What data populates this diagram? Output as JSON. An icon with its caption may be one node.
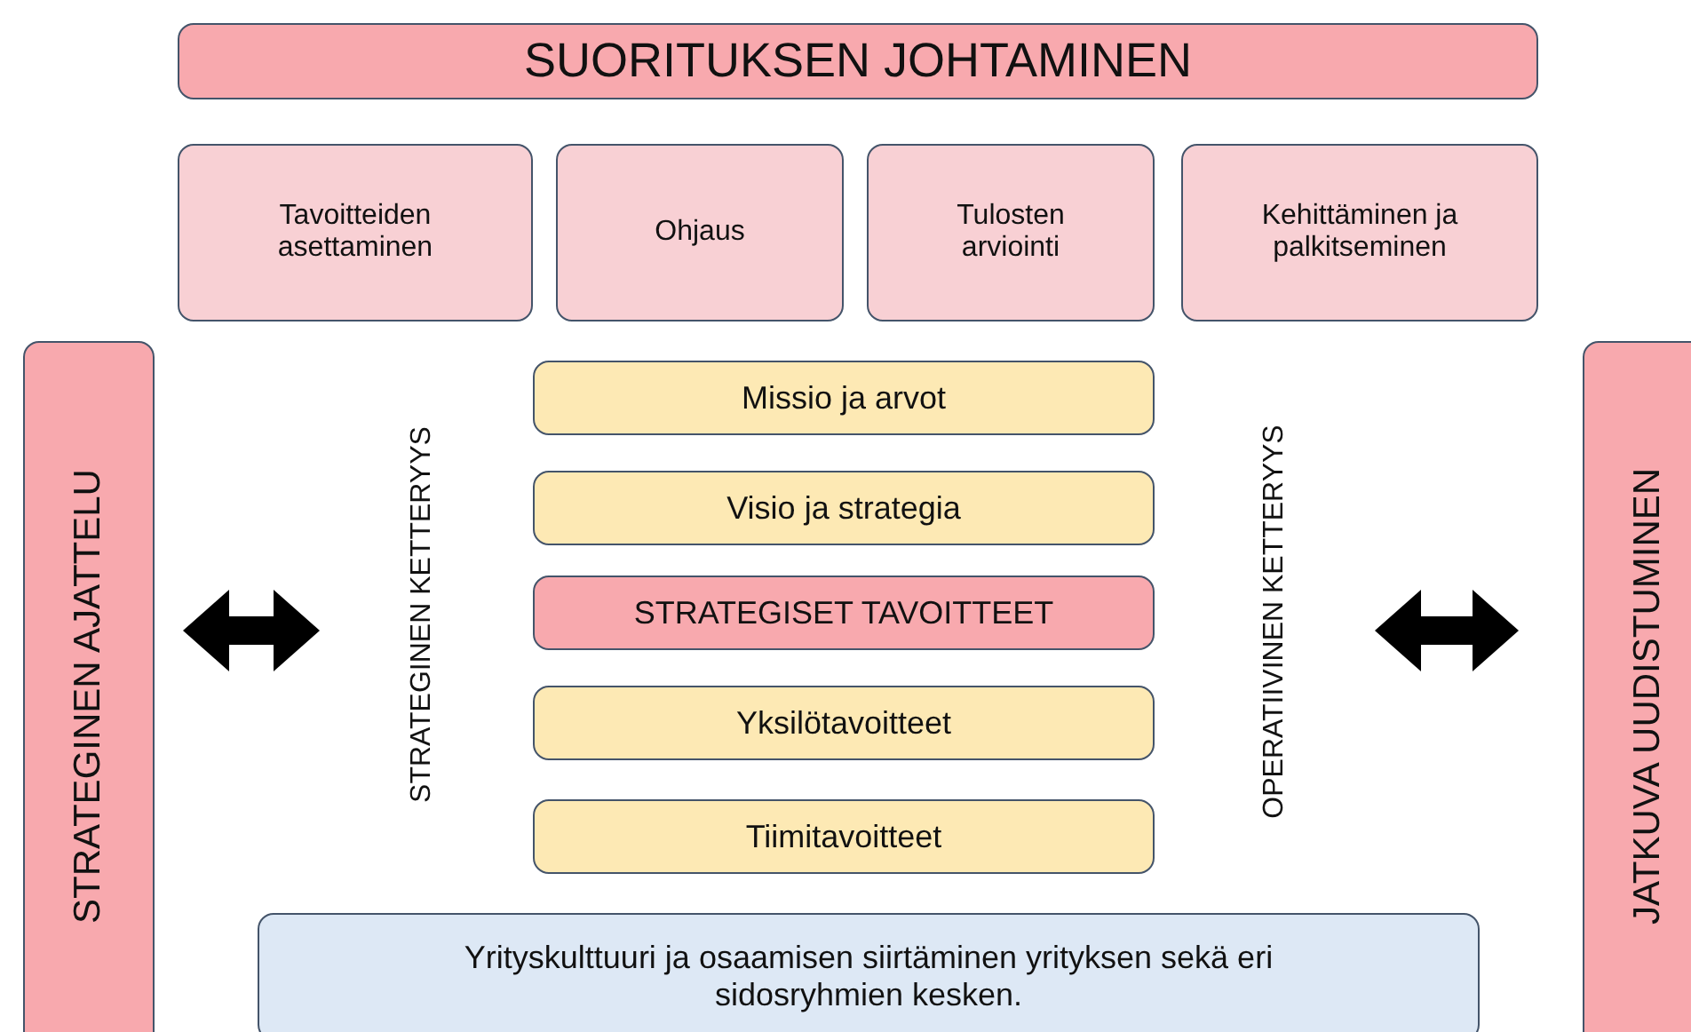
{
  "diagram": {
    "nodes": [
      {
        "text": [
          "SUORITUKSEN JOHTAMINEN"
        ]
      },
      {
        "text": [
          "Tavoitteiden asettaminen"
        ]
      },
      {
        "text": [
          "Ohjaus"
        ]
      },
      {
        "text": [
          "Tulosten arviointi"
        ]
      },
      {
        "text": [
          "Kehittäminen ja palkitseminen"
        ]
      },
      {
        "text": [
          "STRATEGINEN AJATTELU"
        ]
      },
      {
        "text": [
          "STRATEGINEN KETTERYYS"
        ]
      },
      {
        "text": [
          "Missio ja arvot"
        ]
      },
      {
        "text": [
          "Visio ja strategia"
        ]
      },
      {
        "text": [
          "STRATEGISET TAVOITTEET"
        ]
      },
      {
        "text": [
          "Yksilötavoitteet"
        ]
      },
      {
        "text": [
          "Tiimitavoitteet"
        ]
      },
      {
        "text": [
          "OPERATIIVINEN KETTERYYS"
        ]
      },
      {
        "text": [
          "JATKUVA UUDISTUMINEN"
        ]
      },
      {
        "text": [
          "Yrityskulttuuri ja osaamisen siirtäminen yrityksen sekä eri sidosryhmien kesken."
        ]
      }
    ],
    "edges": [
      {
        "from": 5,
        "to": 6,
        "arrow": "both"
      },
      {
        "from": 12,
        "to": 13,
        "arrow": "both"
      }
    ]
  }
}
